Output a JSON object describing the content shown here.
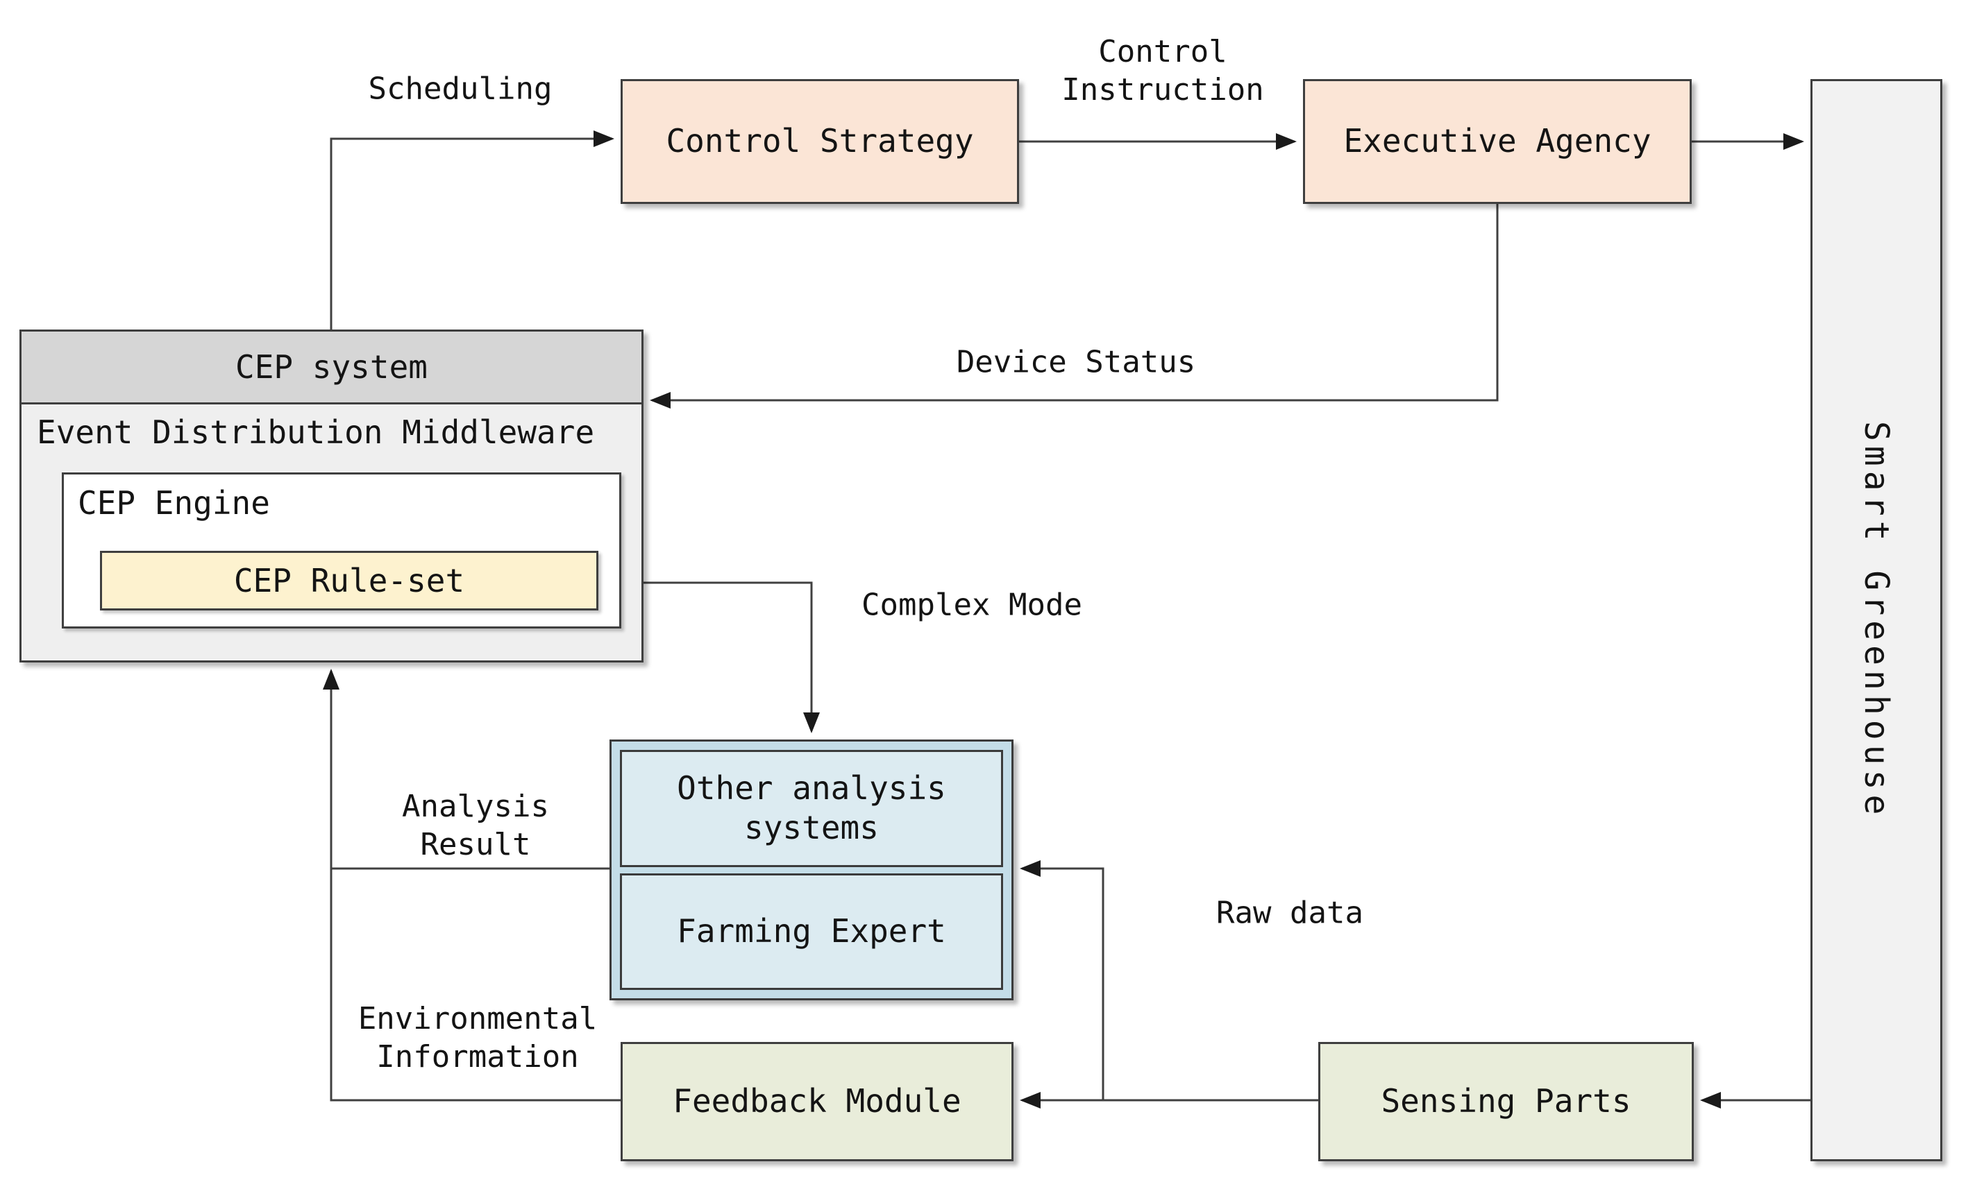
{
  "diagram": {
    "nodes": {
      "control_strategy": {
        "label": "Control Strategy"
      },
      "executive_agency": {
        "label": "Executive Agency"
      },
      "smart_greenhouse": {
        "label": "Smart Greenhouse"
      },
      "cep_system": {
        "label": "CEP system"
      },
      "event_distribution_middleware": {
        "label": "Event Distribution Middleware"
      },
      "cep_engine": {
        "label": "CEP Engine"
      },
      "cep_rule_set": {
        "label": "CEP Rule-set"
      },
      "other_analysis_systems": {
        "label": "Other analysis\nsystems"
      },
      "farming_expert": {
        "label": "Farming Expert"
      },
      "feedback_module": {
        "label": "Feedback Module"
      },
      "sensing_parts": {
        "label": "Sensing Parts"
      }
    },
    "edge_labels": {
      "scheduling": "Scheduling",
      "control_instruction": "Control\nInstruction",
      "device_status": "Device Status",
      "complex_mode": "Complex Mode",
      "analysis_result": "Analysis\nResult",
      "raw_data": "Raw data",
      "environmental_information": "Environmental\nInformation"
    },
    "colors": {
      "peach": "#fbe5d6",
      "gray_header": "#d6d6d6",
      "gray_body": "#efefef",
      "yellow": "#fdf2cf",
      "blue_outer": "#c4dde8",
      "blue_inner": "#dcebf1",
      "green": "#e9edda",
      "greenhouse_gray": "#f2f2f2",
      "line": "#404040"
    }
  }
}
